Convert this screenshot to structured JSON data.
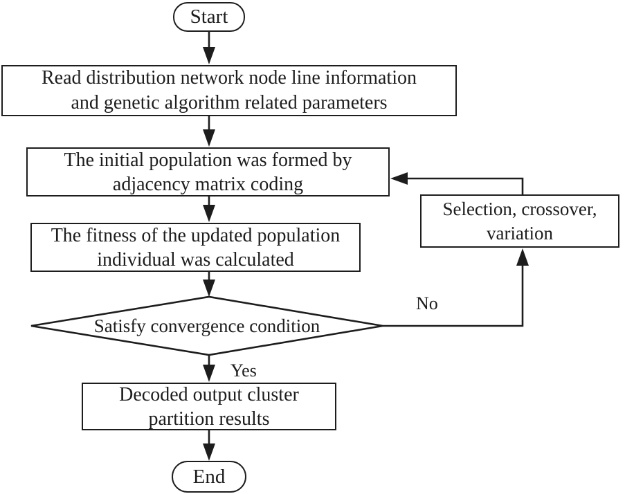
{
  "diagram": {
    "type": "flowchart",
    "colors": {
      "stroke": "#1d1d1d",
      "text": "#1d1d1d",
      "background": "#ffffff"
    },
    "nodes": {
      "start": {
        "shape": "stadium",
        "lines": [
          "Start"
        ]
      },
      "read_info": {
        "shape": "rect",
        "lines": [
          "Read distribution network node line information",
          "and genetic algorithm related parameters"
        ]
      },
      "initial_population": {
        "shape": "rect",
        "lines": [
          "The initial population was formed by",
          "adjacency matrix coding"
        ]
      },
      "fitness": {
        "shape": "rect",
        "lines": [
          "The fitness of the updated population",
          "individual was calculated"
        ]
      },
      "convergence": {
        "shape": "diamond",
        "lines": [
          "Satisfy convergence condition"
        ]
      },
      "selection": {
        "shape": "rect",
        "lines": [
          "Selection, crossover,",
          "variation"
        ]
      },
      "decoded": {
        "shape": "rect",
        "lines": [
          "Decoded output cluster",
          "partition results"
        ]
      },
      "end": {
        "shape": "stadium",
        "lines": [
          "End"
        ]
      }
    },
    "edges": [
      {
        "from": "start",
        "to": "read_info",
        "label": ""
      },
      {
        "from": "read_info",
        "to": "initial_population",
        "label": ""
      },
      {
        "from": "initial_population",
        "to": "fitness",
        "label": ""
      },
      {
        "from": "fitness",
        "to": "convergence",
        "label": ""
      },
      {
        "from": "convergence",
        "to": "decoded",
        "label": "Yes"
      },
      {
        "from": "decoded",
        "to": "end",
        "label": ""
      },
      {
        "from": "convergence",
        "to": "selection",
        "label": "No"
      },
      {
        "from": "selection",
        "to": "initial_population",
        "label": ""
      }
    ]
  }
}
